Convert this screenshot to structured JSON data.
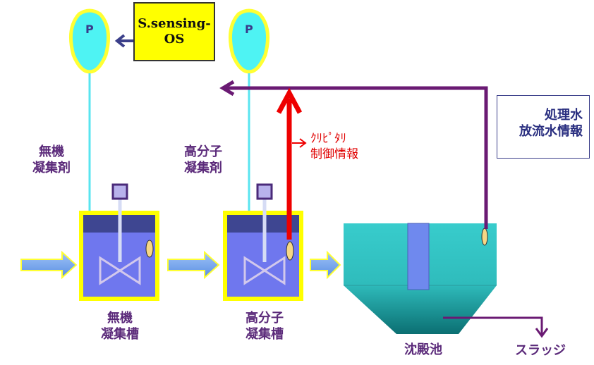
{
  "os_box": {
    "line1": "S.sensing-",
    "line2": "OS"
  },
  "pump_label": "P",
  "labels": {
    "inorganic_coagulant": [
      "無機",
      "凝集剤"
    ],
    "polymer_coagulant": [
      "高分子",
      "凝集剤"
    ],
    "control_info": [
      "ｸﾘﾋﾟﾀﾘ",
      "制御情報"
    ],
    "treated_water_info": [
      "処理水",
      "放流水情報"
    ],
    "inorganic_tank": [
      "無機",
      "凝集槽"
    ],
    "polymer_tank": [
      "高分子",
      "凝集槽"
    ],
    "sedimentation": "沈殿池",
    "sludge": "スラッジ"
  },
  "colors": {
    "pump_fill": "#4ef3f3",
    "pump_border": "#ffff33",
    "tank_border": "#ffff00",
    "tank_fill": "#6f77ee",
    "tank_top": "#3e4691",
    "feed_line": "#59e5f0",
    "control_arrow": "#ee0000",
    "feedback_line": "#6a1a73",
    "sed_tank": "#34c7c7",
    "flow_arrow": "#6aa0ee"
  }
}
